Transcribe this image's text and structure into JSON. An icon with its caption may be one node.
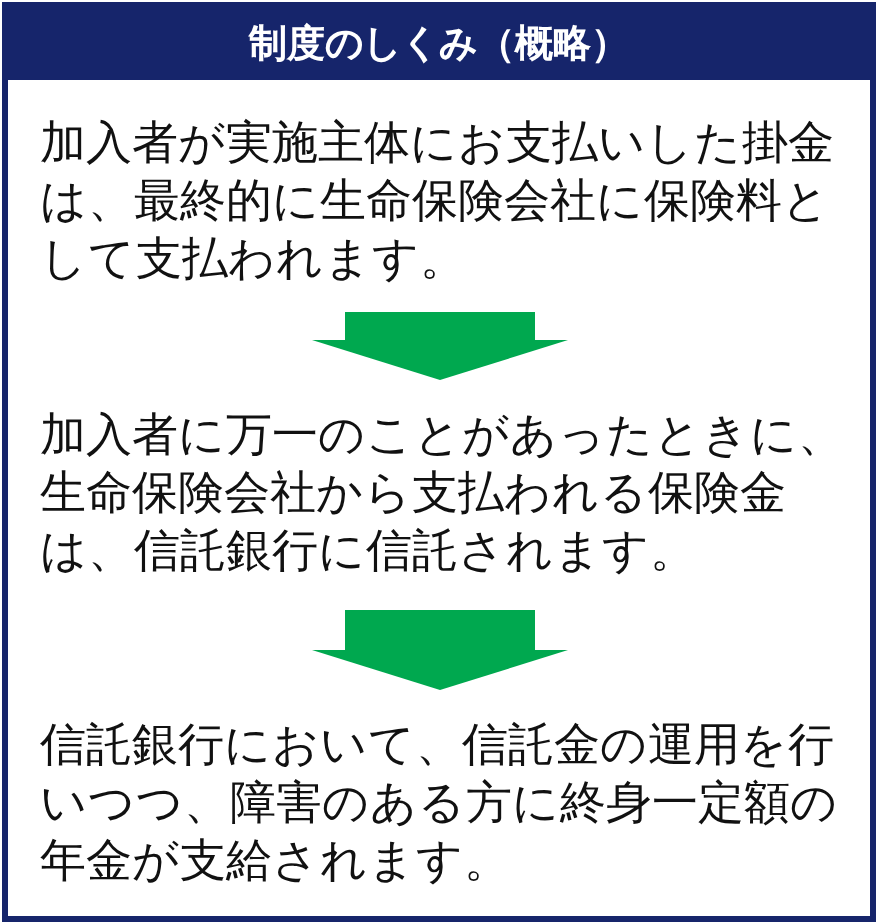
{
  "diagram": {
    "nodes": [
      {
        "text": [
          "制度のしくみ（概略）"
        ]
      },
      {
        "text": [
          "加入者が実施主体にお支払いした掛金は、最終的に生命保険会社に保険料として支払われます。"
        ],
        "in": 0
      },
      {
        "text": [
          "加入者に万一のことがあったときに、生命保険会社から支払われる保険金は、信託銀行に信託されます。"
        ],
        "in": 0
      },
      {
        "text": [
          "信託銀行において、信託金の運用を行いつつ、障害のある方に終身一定額の年金が支給されます。"
        ],
        "in": 0
      }
    ],
    "edges": [
      {
        "from": 1,
        "to": 2,
        "arrow": "to"
      },
      {
        "from": 2,
        "to": 3,
        "arrow": "to"
      }
    ]
  }
}
